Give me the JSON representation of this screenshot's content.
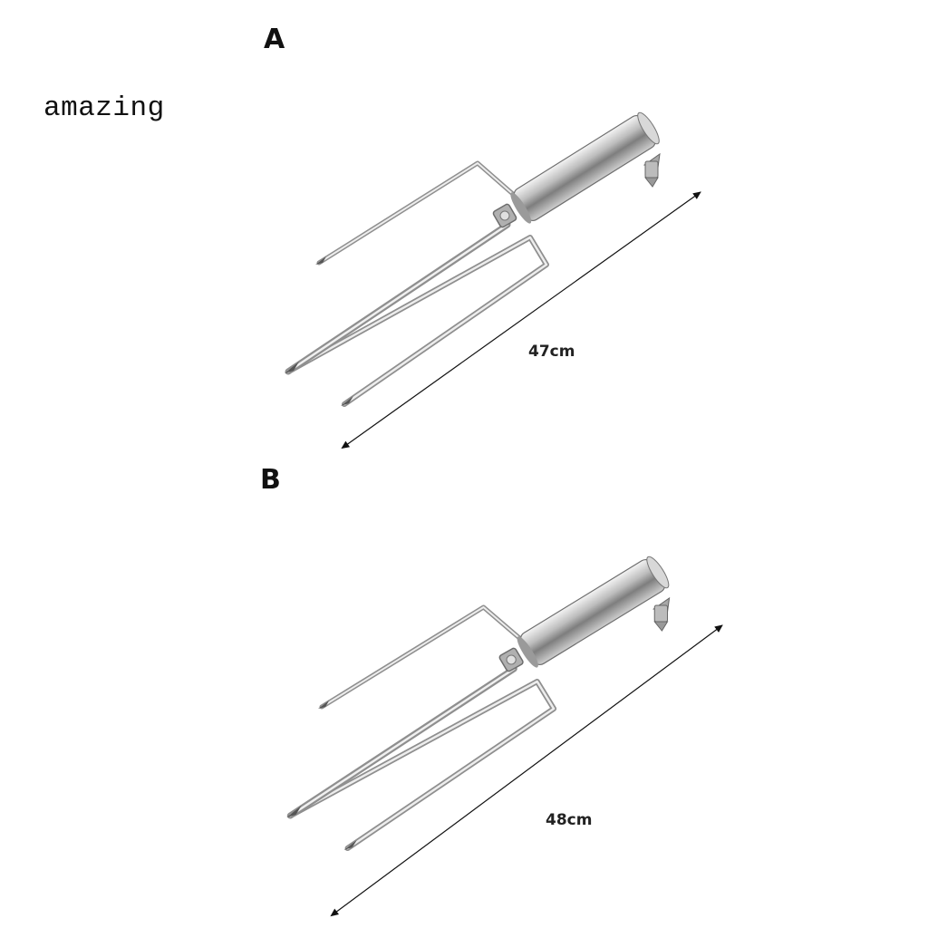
{
  "watermark": "amazing",
  "variants": [
    {
      "label": "A",
      "length": "47cm"
    },
    {
      "label": "B",
      "length": "48cm"
    }
  ],
  "colors": {
    "background": "#ffffff",
    "steel_light": "#e6e6e6",
    "steel_dark": "#8a8a8a",
    "text": "#111111"
  }
}
